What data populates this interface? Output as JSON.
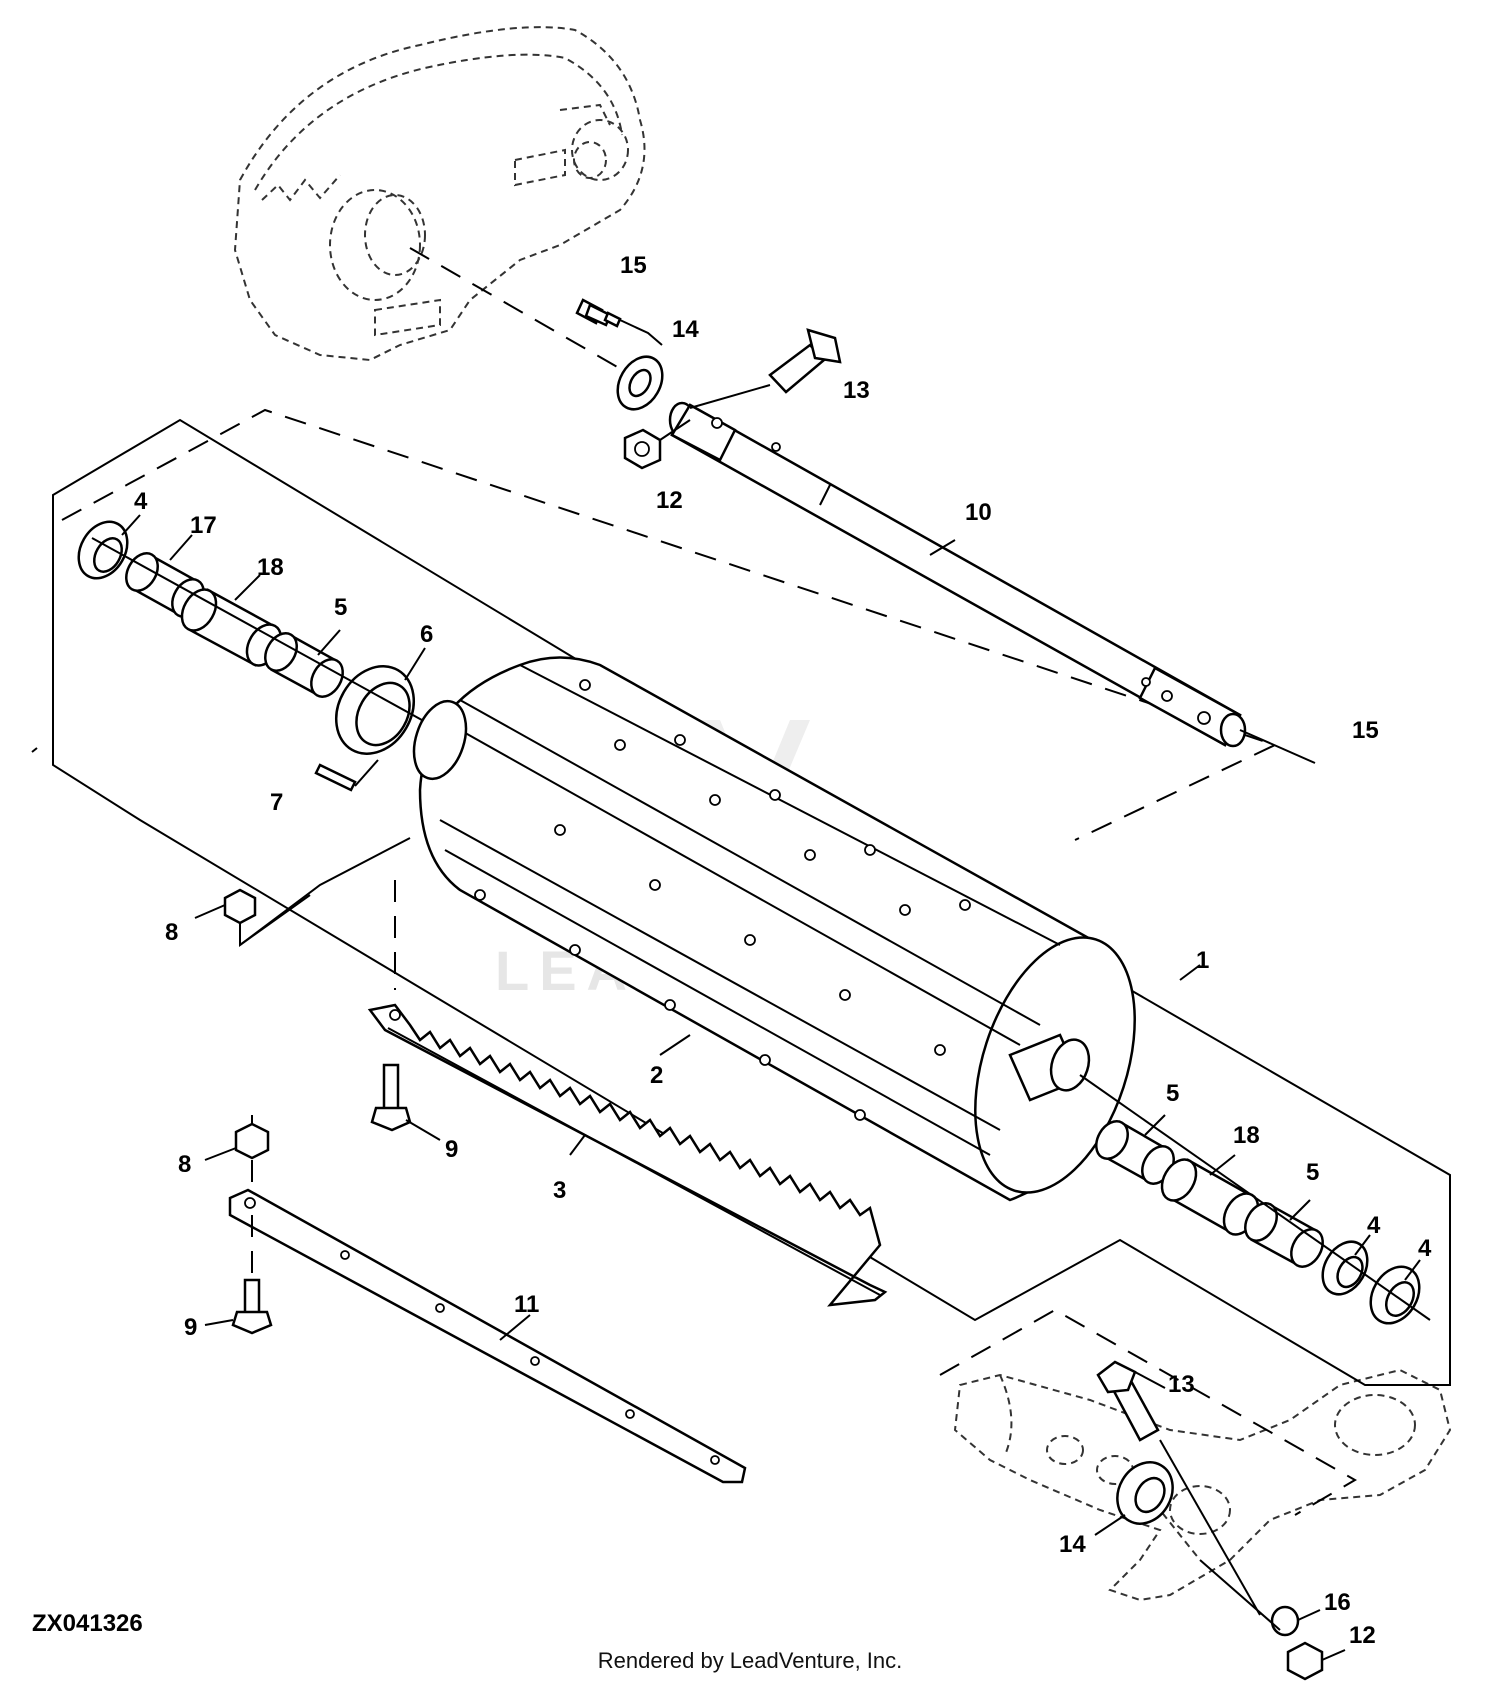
{
  "figure_id": "ZX041326",
  "credit": "Rendered by LeadVenture, Inc.",
  "watermark": "LEADVENTURE",
  "callouts": [
    {
      "id": "c1",
      "label": "1"
    },
    {
      "id": "c2",
      "label": "2"
    },
    {
      "id": "c3",
      "label": "3"
    },
    {
      "id": "c4a",
      "label": "4"
    },
    {
      "id": "c4b",
      "label": "4"
    },
    {
      "id": "c4c",
      "label": "4"
    },
    {
      "id": "c5a",
      "label": "5"
    },
    {
      "id": "c5b",
      "label": "5"
    },
    {
      "id": "c5c",
      "label": "5"
    },
    {
      "id": "c6",
      "label": "6"
    },
    {
      "id": "c7",
      "label": "7"
    },
    {
      "id": "c8a",
      "label": "8"
    },
    {
      "id": "c8b",
      "label": "8"
    },
    {
      "id": "c9a",
      "label": "9"
    },
    {
      "id": "c9b",
      "label": "9"
    },
    {
      "id": "c10",
      "label": "10"
    },
    {
      "id": "c11",
      "label": "11"
    },
    {
      "id": "c12a",
      "label": "12"
    },
    {
      "id": "c12b",
      "label": "12"
    },
    {
      "id": "c13a",
      "label": "13"
    },
    {
      "id": "c13b",
      "label": "13"
    },
    {
      "id": "c14a",
      "label": "14"
    },
    {
      "id": "c14b",
      "label": "14"
    },
    {
      "id": "c15a",
      "label": "15"
    },
    {
      "id": "c15b",
      "label": "15"
    },
    {
      "id": "c16",
      "label": "16"
    },
    {
      "id": "c17",
      "label": "17"
    },
    {
      "id": "c18a",
      "label": "18"
    },
    {
      "id": "c18b",
      "label": "18"
    }
  ]
}
